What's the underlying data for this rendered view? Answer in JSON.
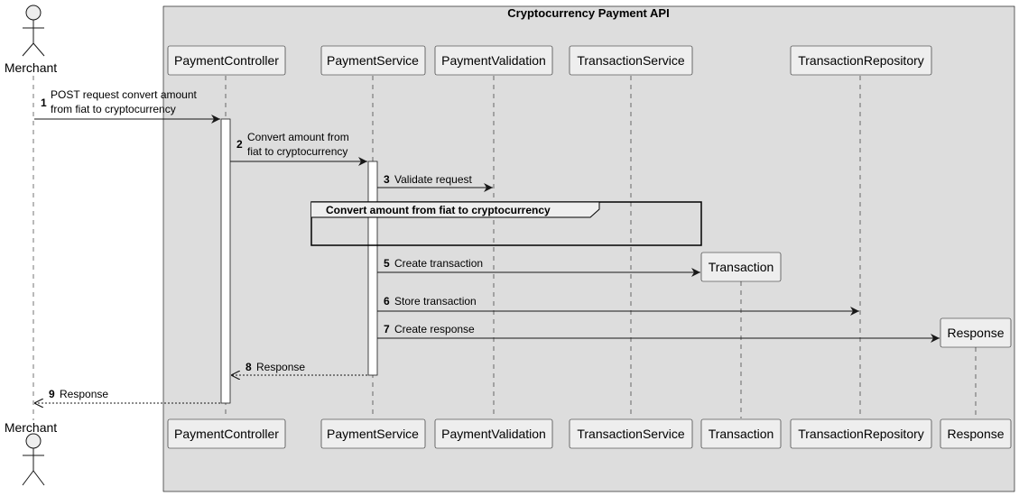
{
  "group": {
    "title": "Cryptocurrency Payment API"
  },
  "actor": {
    "name": "Merchant"
  },
  "participants": {
    "payment_controller": "PaymentController",
    "payment_service": "PaymentService",
    "payment_validation": "PaymentValidation",
    "transaction_service": "TransactionService",
    "transaction": "Transaction",
    "transaction_repository": "TransactionRepository",
    "response": "Response"
  },
  "messages": [
    {
      "num": "1",
      "line1": "POST request convert amount",
      "line2": "from fiat to cryptocurrency"
    },
    {
      "num": "2",
      "line1": "Convert amount from",
      "line2": "fiat to cryptocurrency"
    },
    {
      "num": "3",
      "line1": "Validate request",
      "line2": ""
    },
    {
      "num": "5",
      "line1": "Create transaction",
      "line2": ""
    },
    {
      "num": "6",
      "line1": "Store transaction",
      "line2": ""
    },
    {
      "num": "7",
      "line1": "Create response",
      "line2": ""
    },
    {
      "num": "8",
      "line1": "Response",
      "line2": ""
    },
    {
      "num": "9",
      "line1": "Response",
      "line2": ""
    }
  ],
  "fragment": {
    "label": "Convert amount from fiat to cryptocurrency"
  }
}
